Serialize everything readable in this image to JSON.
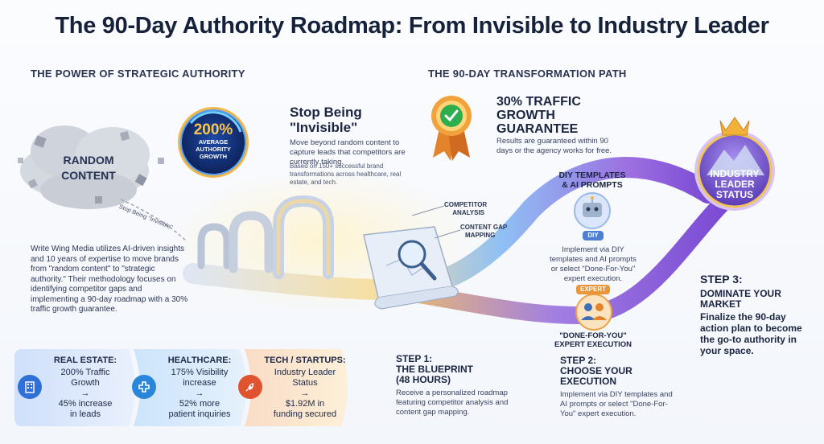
{
  "title": "The 90-Day Authority Roadmap: From Invisible to Industry Leader",
  "left_section": {
    "heading": "THE POWER OF STRATEGIC AUTHORITY",
    "cloud_label_line1": "RANDOM",
    "cloud_label_line2": "CONTENT",
    "arrow_caption": "Stop Being \"Invisible\"",
    "badge": {
      "value": "200%",
      "line1": "AVERAGE",
      "line2": "AUTHORITY",
      "line3": "GROWTH"
    },
    "headline_line1": "Stop Being",
    "headline_line2": "\"Invisible\"",
    "headline_body": "Move beyond random content to capture leads that competitors are currently taking.",
    "headline_note": "Based on 150+ successful brand transformations across healthcare, real estate, and tech.",
    "description": "Write Wing Media utilizes AI-driven insights and 10 years of expertise to move brands from \"random content\" to \"strategic authority.\" Their methodology focuses on identifying competitor gaps and implementing a 90-day roadmap with a 30% traffic growth guarantee."
  },
  "cards": [
    {
      "title": "REAL ESTATE:",
      "line1": "200% Traffic",
      "line2": "Growth",
      "arrow": "→",
      "line3": "45% increase",
      "line4": "in leads",
      "color": "#2f6fd6",
      "icon": "building-icon"
    },
    {
      "title": "HEALTHCARE:",
      "line1": "175% Visibility",
      "line2": "increase",
      "arrow": "→",
      "line3": "52% more",
      "line4": "patient inquiries",
      "color": "#2a86d8",
      "icon": "medical-cross-icon"
    },
    {
      "title": "TECH / STARTUPS:",
      "line1": "Industry Leader",
      "line2": "Status",
      "arrow": "→",
      "line3": "$1.92M in",
      "line4": "funding secured",
      "color": "#e0532f",
      "icon": "rocket-icon"
    }
  ],
  "right_section": {
    "heading": "THE 90-DAY TRANSFORMATION PATH",
    "guarantee_line1": "30% TRAFFIC",
    "guarantee_line2": "GROWTH",
    "guarantee_line3": "GUARANTEE",
    "guarantee_body": "Results are guaranteed within 90 days or the agency works for free.",
    "map_labels": {
      "competitor_line1": "COMPETITOR",
      "competitor_line2": "ANALYSIS",
      "content_line1": "CONTENT GAP",
      "content_line2": "MAPPING"
    },
    "diy": {
      "title_line1": "DIY TEMPLATES",
      "title_line2": "& AI PROMPTS",
      "tag": "DIY",
      "body": "Implement via DIY templates and AI prompts or select \"Done-For-You\" expert execution."
    },
    "expert": {
      "tag": "EXPERT",
      "title_line1": "\"DONE-FOR-YOU\"",
      "title_line2": "EXPERT EXECUTION"
    },
    "leader_line1": "INDUSTRY",
    "leader_line2": "LEADER",
    "leader_line3": "STATUS",
    "step1": {
      "label": "STEP 1:",
      "title_line1": "THE BLUEPRINT",
      "title_line2": "(48 HOURS)",
      "body": "Receive a personalized roadmap featuring competitor analysis and content gap mapping."
    },
    "step2": {
      "label": "STEP 2:",
      "title_line1": "CHOOSE YOUR",
      "title_line2": "EXECUTION",
      "body": "Implement via DIY templates and AI prompts or select \"Done-For-You\" expert execution."
    },
    "step3": {
      "label": "STEP 3:",
      "title_line1": "DOMINATE YOUR",
      "title_line2": "MARKET",
      "body": "Finalize the 90-day action plan to become the go-to authority in your space."
    }
  },
  "colors": {
    "navy": "#16213a",
    "gold": "#e9a62a",
    "purple": "#8a57d6",
    "blue": "#3a7be0",
    "green": "#2fae4e"
  }
}
